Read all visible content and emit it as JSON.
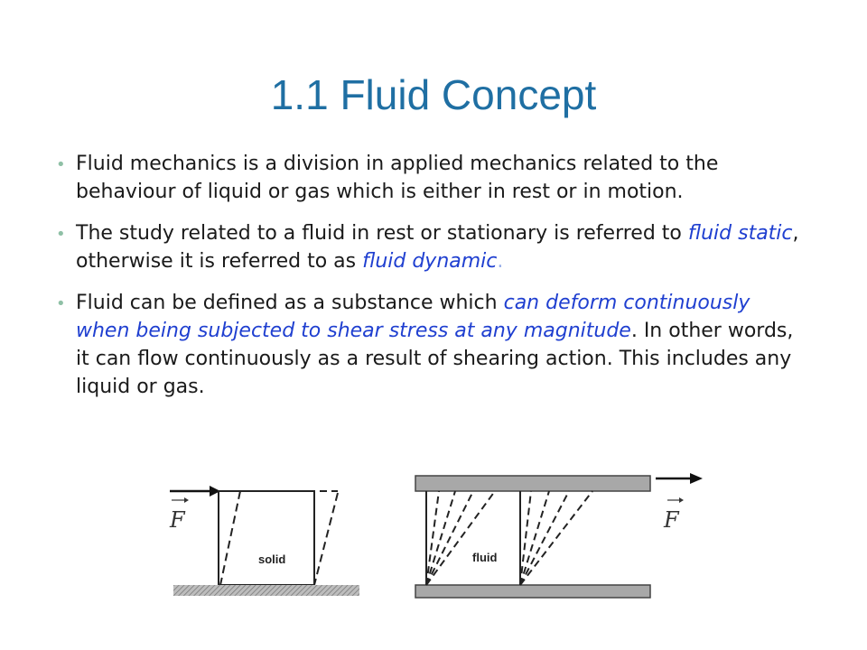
{
  "title": "1.1 Fluid Concept",
  "bullets": [
    {
      "text": "Fluid mechanics is a division in applied mechanics related to the behaviour of liquid or gas which is either in rest or in motion."
    },
    {
      "pre": "The study related to a fluid in rest or stationary is referred to ",
      "em1": "fluid static",
      "mid": ", otherwise it is referred to as ",
      "em2": "fluid dynamic",
      "tail": "."
    },
    {
      "pre": "Fluid can be defined as a substance which ",
      "em": "can deform continuously when being subjected to shear stress at any magnitude",
      "post": ".  In other words, it can flow continuously as a result of shearing action.  This includes any liquid or gas."
    }
  ],
  "figure": {
    "force_label": "F",
    "solid_label": "solid",
    "fluid_label": "fluid"
  },
  "colors": {
    "title": "#1f6fa3",
    "emphasis": "#1f3fd0",
    "bullet_dot": "#8fc0a6"
  }
}
